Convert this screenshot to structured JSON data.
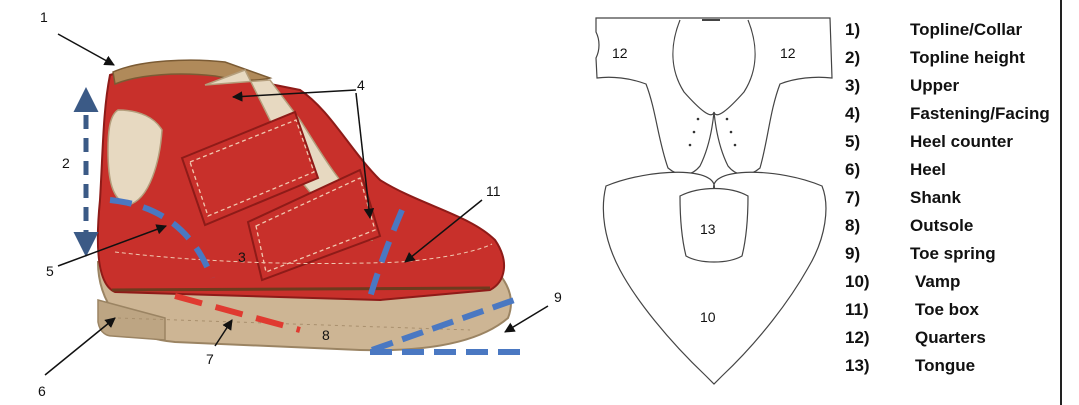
{
  "callouts": [
    "1",
    "2",
    "3",
    "4",
    "5",
    "6",
    "7",
    "8",
    "9",
    "11"
  ],
  "pattern_labels": [
    "12",
    "12",
    "13",
    "10"
  ],
  "legend": [
    {
      "num": "1)",
      "term": "Topline/Collar"
    },
    {
      "num": "2)",
      "term": "Topline height"
    },
    {
      "num": "3)",
      "term": "Upper"
    },
    {
      "num": "4)",
      "term": "Fastening/Facing"
    },
    {
      "num": "5)",
      "term": "Heel counter"
    },
    {
      "num": "6)",
      "term": "Heel"
    },
    {
      "num": "7)",
      "term": "Shank"
    },
    {
      "num": "8)",
      "term": "Outsole"
    },
    {
      "num": "9)",
      "term": "Toe spring"
    },
    {
      "num": "10)",
      "term": "Vamp"
    },
    {
      "num": "11)",
      "term": "Toe box"
    },
    {
      "num": "12)",
      "term": "Quarters"
    },
    {
      "num": "13)",
      "term": "Tongue"
    }
  ],
  "colors": {
    "leather_red": "#c8302b",
    "leather_dark": "#9e1f1c",
    "beige_panel": "#e7d9c1",
    "sole": "#cdb594",
    "blue_dash": "#4a78c2",
    "red_dash": "#e03a30",
    "arrow_blue": "#3b5a86"
  }
}
